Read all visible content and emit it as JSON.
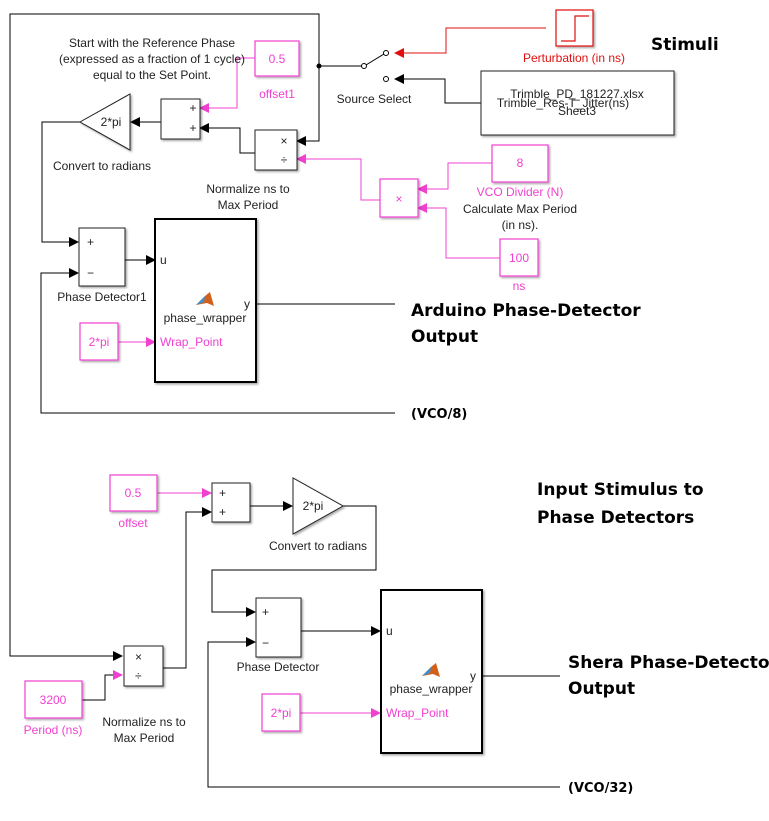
{
  "upper": {
    "comment": [
      "Start with the Reference Phase",
      "(expressed as a fraction of 1 cycle)",
      "equal to the Set Point."
    ],
    "offset_const": {
      "value": "0.5",
      "name": "offset1"
    },
    "sum_signs": [
      "+",
      "+"
    ],
    "gain": {
      "value": "2*pi",
      "name": "Convert to radians"
    },
    "divide": {
      "ops": [
        "×",
        "÷"
      ],
      "name": [
        "Normalize ns to",
        "Max Period"
      ]
    },
    "switch": {
      "name": "Source Select"
    },
    "perturbation": {
      "name": "Perturbation (in ns)"
    },
    "from_file": {
      "lines": [
        "Trimble_PD_181227.xlsx",
        "Trimble_Res-T_Jitter(ns)",
        "Sheet3"
      ]
    },
    "vco_divider": {
      "value": "8",
      "name": "VCO Divider (N)"
    },
    "product": {
      "op": "×",
      "name": [
        "Calculate Max Period",
        "(in ns)."
      ]
    },
    "ns_const": {
      "value": "100",
      "name": "ns"
    },
    "phase_detector": {
      "signs": [
        "+",
        "−"
      ],
      "name": "Phase Detector1"
    },
    "wrapper": {
      "name": "phase_wrapper",
      "in_u": "u",
      "in_wrap": "Wrap_Point",
      "out_y": "y"
    },
    "wrap_const": {
      "value": "2*pi"
    },
    "output_label": [
      "Arduino Phase-Detector",
      "Output"
    ],
    "vco_label": "(VCO/8)"
  },
  "stimuli_label": "Stimuli",
  "section_label": [
    "Input Stimulus to",
    "Phase Detectors"
  ],
  "lower": {
    "offset_const": {
      "value": "0.5",
      "name": "offset"
    },
    "sum_signs": [
      "+",
      "+"
    ],
    "gain": {
      "value": "2*pi",
      "name": "Convert to radians"
    },
    "divide": {
      "ops": [
        "×",
        "÷"
      ],
      "name": [
        "Normalize ns to",
        "Max Period"
      ]
    },
    "period_const": {
      "value": "3200",
      "name": "Period (ns)"
    },
    "phase_detector": {
      "signs": [
        "+",
        "−"
      ],
      "name": "Phase Detector"
    },
    "wrapper": {
      "name": "phase_wrapper",
      "in_u": "u",
      "in_wrap": "Wrap_Point",
      "out_y": "y"
    },
    "wrap_const": {
      "value": "2*pi"
    },
    "output_label": [
      "Shera Phase-Detector",
      "Output"
    ],
    "vco_label": "(VCO/32)"
  }
}
